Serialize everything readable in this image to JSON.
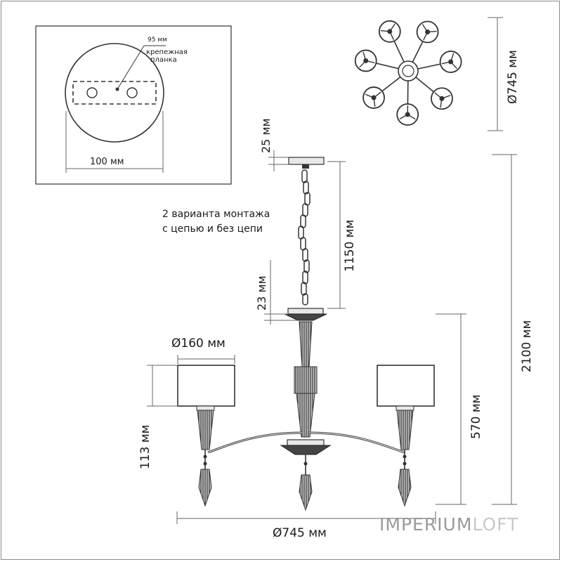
{
  "mount_plate": {
    "plate_width_label": "95 мм",
    "plate_name_line1": "крепежная",
    "plate_name_line2": "планка",
    "diameter_label": "100 мм"
  },
  "top_view": {
    "diameter_label": "Ø745 мм",
    "arm_count": 7
  },
  "dimensions": {
    "canopy_height": "25 мм",
    "chain_length": "1150 мм",
    "lower_cup": "23 мм",
    "shade_diameter": "Ø160 мм",
    "shade_height": "113 мм",
    "body_height": "570 мм",
    "total_height": "2100 мм",
    "total_diameter": "Ø745 мм"
  },
  "note": {
    "line1": "2 варианта монтажа",
    "line2": "с цепью и без цепи"
  },
  "brand": {
    "part1": "IMPERIUM",
    "part2": "LOFT"
  }
}
